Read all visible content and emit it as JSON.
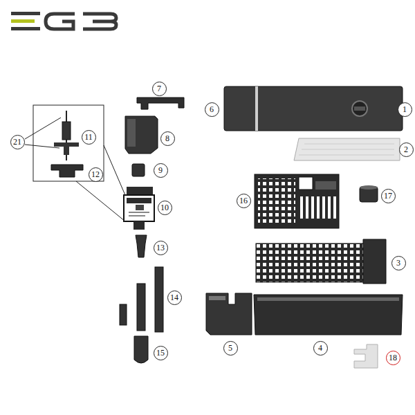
{
  "diagram": {
    "labels": [
      "7",
      "6",
      "1",
      "21",
      "11",
      "8",
      "2",
      "12",
      "9",
      "16",
      "17",
      "10",
      "3",
      "13",
      "14",
      "5",
      "4",
      "15",
      "18"
    ]
  }
}
